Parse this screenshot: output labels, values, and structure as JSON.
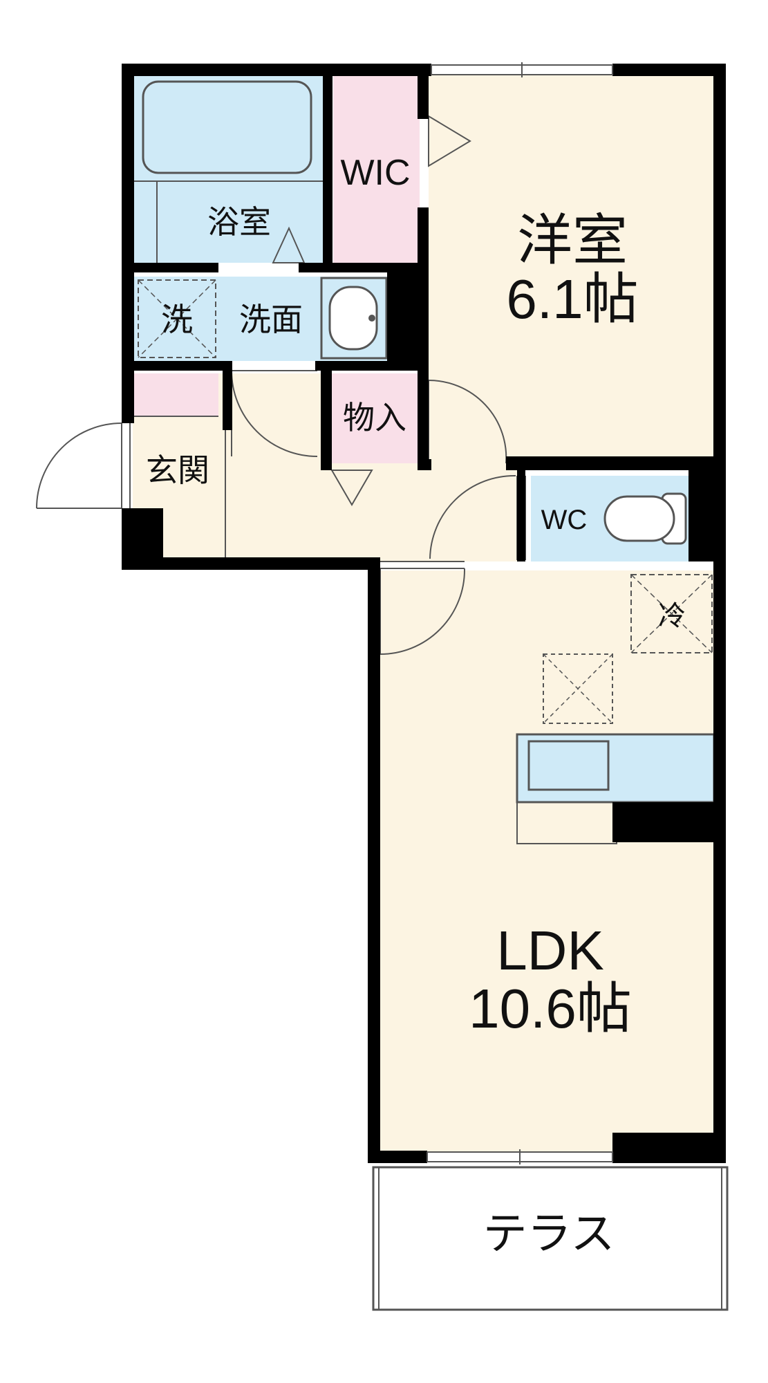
{
  "rooms": {
    "western": {
      "name": "洋室",
      "size": "6.1帖"
    },
    "wic": {
      "name": "WIC"
    },
    "bath": {
      "name": "浴室"
    },
    "washroom": {
      "name": "洗面"
    },
    "laundry": {
      "name": "洗"
    },
    "storage": {
      "name": "物入"
    },
    "entrance": {
      "name": "玄関"
    },
    "toilet": {
      "name": "WC"
    },
    "fridge": {
      "name": "冷"
    },
    "ldk": {
      "name": "LDK",
      "size": "10.6帖"
    },
    "terrace": {
      "name": "テラス"
    }
  },
  "colors": {
    "wall": "#000000",
    "living_floor": "#fcf4e2",
    "wet_area": "#cfeaf7",
    "closet": "#f9dfe8",
    "outline": "#555555"
  }
}
